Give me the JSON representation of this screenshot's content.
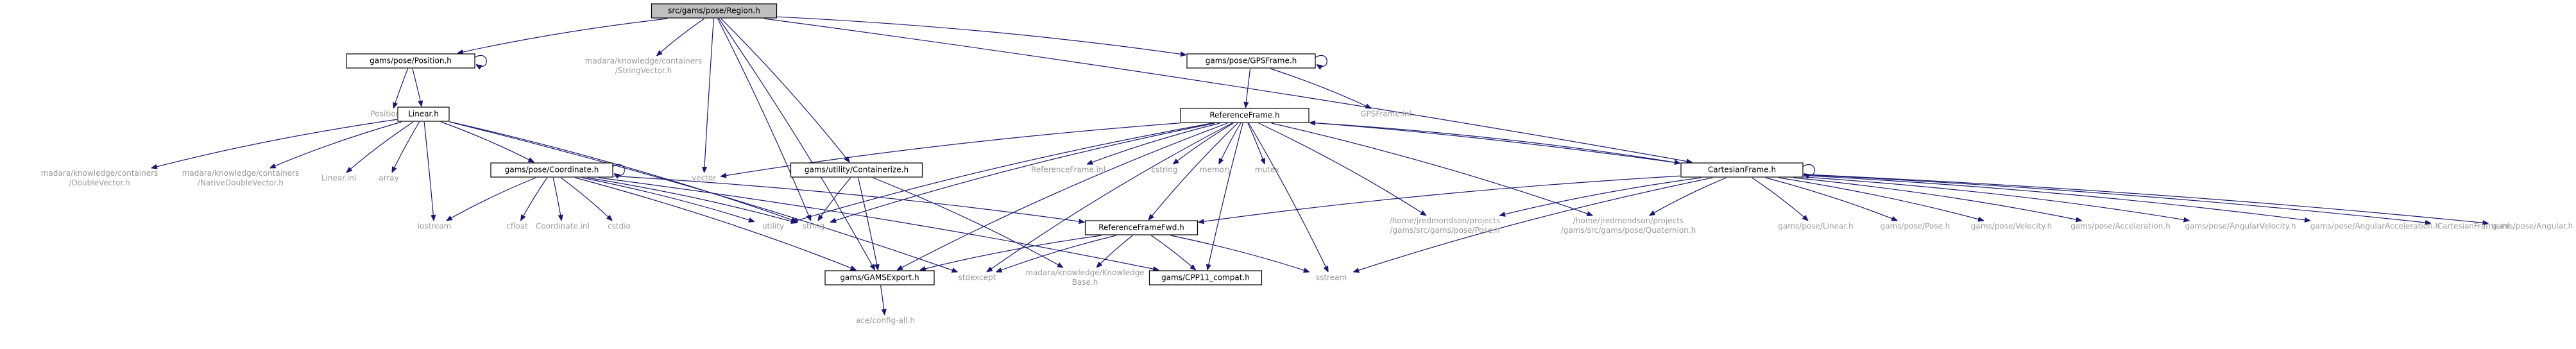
{
  "diagram": {
    "nodes": {
      "root": {
        "lines": [
          "src/gams/pose/Region.h"
        ],
        "style": "root"
      },
      "position_h": {
        "lines": [
          "gams/pose/Position.h"
        ],
        "style": "boxed"
      },
      "stringvector": {
        "lines": [
          "madara/knowledge/containers",
          "/StringVector.h"
        ],
        "style": "plain"
      },
      "gpsframe_h": {
        "lines": [
          "gams/pose/GPSFrame.h"
        ],
        "style": "boxed"
      },
      "position_inl": {
        "lines": [
          "Position.inl"
        ],
        "style": "plain"
      },
      "linear_h": {
        "lines": [
          "Linear.h"
        ],
        "style": "boxed"
      },
      "doublevector": {
        "lines": [
          "madara/knowledge/containers",
          "/DoubleVector.h"
        ],
        "style": "plain"
      },
      "nativedoublevector": {
        "lines": [
          "madara/knowledge/containers",
          "/NativeDoubleVector.h"
        ],
        "style": "plain"
      },
      "linear_inl": {
        "lines": [
          "Linear.inl"
        ],
        "style": "plain"
      },
      "array": {
        "lines": [
          "array"
        ],
        "style": "plain"
      },
      "coordinate_h": {
        "lines": [
          "gams/pose/Coordinate.h"
        ],
        "style": "boxed"
      },
      "vector": {
        "lines": [
          "vector"
        ],
        "style": "plain"
      },
      "iostream": {
        "lines": [
          "iostream"
        ],
        "style": "plain"
      },
      "cfloat": {
        "lines": [
          "cfloat"
        ],
        "style": "plain"
      },
      "coordinate_inl": {
        "lines": [
          "Coordinate.inl"
        ],
        "style": "plain"
      },
      "cstdio": {
        "lines": [
          "cstdio"
        ],
        "style": "plain"
      },
      "utility": {
        "lines": [
          "utility"
        ],
        "style": "plain"
      },
      "string": {
        "lines": [
          "string"
        ],
        "style": "plain"
      },
      "containerize_h": {
        "lines": [
          "gams/utility/Containerize.h"
        ],
        "style": "boxed"
      },
      "referenceframe_h": {
        "lines": [
          "ReferenceFrame.h"
        ],
        "style": "boxed"
      },
      "gpsframe_inl": {
        "lines": [
          "GPSFrame.inl"
        ],
        "style": "plain"
      },
      "referenceframe_inl": {
        "lines": [
          "ReferenceFrame.inl"
        ],
        "style": "plain"
      },
      "cstring": {
        "lines": [
          "cstring"
        ],
        "style": "plain"
      },
      "memory": {
        "lines": [
          "memory"
        ],
        "style": "plain"
      },
      "mutex": {
        "lines": [
          "mutex"
        ],
        "style": "plain"
      },
      "cartesianframe_h": {
        "lines": [
          "CartesianFrame.h"
        ],
        "style": "boxed"
      },
      "proj_pose": {
        "lines": [
          "/home/jredmondson/projects",
          "/gams/src/gams/pose/Pose.h"
        ],
        "style": "plain"
      },
      "proj_quat": {
        "lines": [
          "/home/jredmondson/projects",
          "/gams/src/gams/pose/Quaternion.h"
        ],
        "style": "plain"
      },
      "referenceframefwd_h": {
        "lines": [
          "ReferenceFrameFwd.h"
        ],
        "style": "boxed"
      },
      "gamsexport_h": {
        "lines": [
          "gams/GAMSExport.h"
        ],
        "style": "boxed"
      },
      "stdexcept": {
        "lines": [
          "stdexcept"
        ],
        "style": "plain"
      },
      "knowledgebase": {
        "lines": [
          "madara/knowledge/Knowledge",
          "Base.h"
        ],
        "style": "plain"
      },
      "cpp11compat": {
        "lines": [
          "gams/CPP11_compat.h"
        ],
        "style": "boxed"
      },
      "sstream": {
        "lines": [
          "sstream"
        ],
        "style": "plain"
      },
      "aceconfig": {
        "lines": [
          "ace/config-all.h"
        ],
        "style": "plain"
      },
      "pose_linear": {
        "lines": [
          "gams/pose/Linear.h"
        ],
        "style": "plain"
      },
      "pose_pose": {
        "lines": [
          "gams/pose/Pose.h"
        ],
        "style": "plain"
      },
      "pose_velocity": {
        "lines": [
          "gams/pose/Velocity.h"
        ],
        "style": "plain"
      },
      "pose_acceleration": {
        "lines": [
          "gams/pose/Acceleration.h"
        ],
        "style": "plain"
      },
      "pose_angvel": {
        "lines": [
          "gams/pose/AngularVelocity.h"
        ],
        "style": "plain"
      },
      "pose_angacc": {
        "lines": [
          "gams/pose/AngularAcceleration.h"
        ],
        "style": "plain"
      },
      "cartesianframe_inl": {
        "lines": [
          "CartesianFrame.inl"
        ],
        "style": "plain"
      },
      "pose_angular": {
        "lines": [
          "gams/pose/Angular.h"
        ],
        "style": "plain"
      }
    },
    "edges": [
      [
        "root",
        "position_h"
      ],
      [
        "root",
        "stringvector"
      ],
      [
        "root",
        "gpsframe_h"
      ],
      [
        "root",
        "vector"
      ],
      [
        "root",
        "string"
      ],
      [
        "root",
        "containerize_h"
      ],
      [
        "root",
        "cartesianframe_h"
      ],
      [
        "root",
        "gamsexport_h"
      ],
      [
        "position_h",
        "position_h"
      ],
      [
        "position_h",
        "position_inl"
      ],
      [
        "position_h",
        "linear_h"
      ],
      [
        "linear_h",
        "doublevector"
      ],
      [
        "linear_h",
        "nativedoublevector"
      ],
      [
        "linear_h",
        "linear_inl"
      ],
      [
        "linear_h",
        "array"
      ],
      [
        "linear_h",
        "coordinate_h"
      ],
      [
        "linear_h",
        "iostream"
      ],
      [
        "linear_h",
        "string"
      ],
      [
        "linear_h",
        "stdexcept"
      ],
      [
        "coordinate_h",
        "coordinate_h"
      ],
      [
        "coordinate_h",
        "iostream"
      ],
      [
        "coordinate_h",
        "cfloat"
      ],
      [
        "coordinate_h",
        "coordinate_inl"
      ],
      [
        "coordinate_h",
        "cstdio"
      ],
      [
        "coordinate_h",
        "utility"
      ],
      [
        "coordinate_h",
        "string"
      ],
      [
        "coordinate_h",
        "referenceframefwd_h"
      ],
      [
        "coordinate_h",
        "gamsexport_h"
      ],
      [
        "coordinate_h",
        "cpp11compat"
      ],
      [
        "gpsframe_h",
        "gpsframe_h"
      ],
      [
        "gpsframe_h",
        "referenceframe_h"
      ],
      [
        "gpsframe_h",
        "gpsframe_inl"
      ],
      [
        "referenceframe_h",
        "vector"
      ],
      [
        "referenceframe_h",
        "utility"
      ],
      [
        "referenceframe_h",
        "string"
      ],
      [
        "referenceframe_h",
        "gamsexport_h"
      ],
      [
        "referenceframe_h",
        "referenceframe_inl"
      ],
      [
        "referenceframe_h",
        "cstring"
      ],
      [
        "referenceframe_h",
        "memory"
      ],
      [
        "referenceframe_h",
        "mutex"
      ],
      [
        "referenceframe_h",
        "cartesianframe_h"
      ],
      [
        "referenceframe_h",
        "proj_pose"
      ],
      [
        "referenceframe_h",
        "proj_quat"
      ],
      [
        "referenceframe_h",
        "referenceframefwd_h"
      ],
      [
        "referenceframe_h",
        "stdexcept"
      ],
      [
        "referenceframe_h",
        "cpp11compat"
      ],
      [
        "referenceframe_h",
        "sstream"
      ],
      [
        "containerize_h",
        "string"
      ],
      [
        "containerize_h",
        "gamsexport_h"
      ],
      [
        "containerize_h",
        "knowledgebase"
      ],
      [
        "cartesianframe_h",
        "cartesianframe_h"
      ],
      [
        "cartesianframe_h",
        "referenceframe_h"
      ],
      [
        "cartesianframe_h",
        "referenceframefwd_h"
      ],
      [
        "cartesianframe_h",
        "proj_pose"
      ],
      [
        "cartesianframe_h",
        "proj_quat"
      ],
      [
        "cartesianframe_h",
        "sstream"
      ],
      [
        "cartesianframe_h",
        "pose_linear"
      ],
      [
        "cartesianframe_h",
        "pose_pose"
      ],
      [
        "cartesianframe_h",
        "pose_velocity"
      ],
      [
        "cartesianframe_h",
        "pose_acceleration"
      ],
      [
        "cartesianframe_h",
        "pose_angvel"
      ],
      [
        "cartesianframe_h",
        "pose_angacc"
      ],
      [
        "cartesianframe_h",
        "cartesianframe_inl"
      ],
      [
        "cartesianframe_h",
        "pose_angular"
      ],
      [
        "referenceframefwd_h",
        "gamsexport_h"
      ],
      [
        "referenceframefwd_h",
        "stdexcept"
      ],
      [
        "referenceframefwd_h",
        "knowledgebase"
      ],
      [
        "referenceframefwd_h",
        "cpp11compat"
      ],
      [
        "referenceframefwd_h",
        "sstream"
      ],
      [
        "gamsexport_h",
        "aceconfig"
      ]
    ]
  }
}
